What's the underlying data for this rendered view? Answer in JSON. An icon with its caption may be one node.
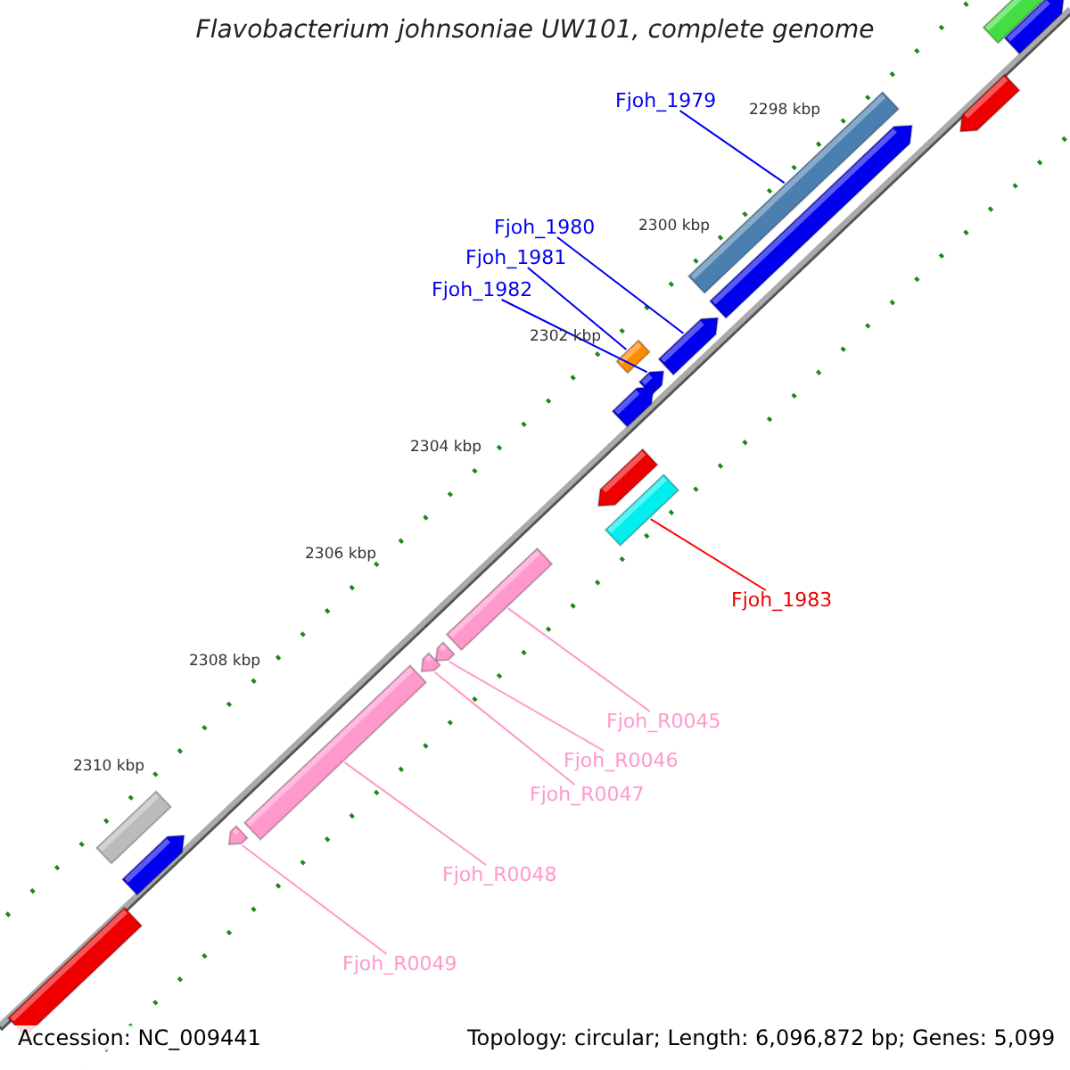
{
  "diagram": {
    "title": "Flavobacterium johnsoniae UW101, complete genome",
    "nodes": [
      {
        "text": [
          "Fjoh_1979"
        ]
      },
      {
        "text": [],
        "shape": "box"
      },
      {
        "text": [
          "Fjoh_1980"
        ]
      },
      {
        "text": [],
        "shape": "arrow"
      },
      {
        "text": [
          "Fjoh_1981"
        ]
      },
      {
        "text": [],
        "shape": "box"
      },
      {
        "text": [
          "Fjoh_1982"
        ]
      },
      {
        "text": [],
        "shape": "arrow"
      },
      {
        "text": [
          "Fjoh_1983"
        ]
      },
      {
        "text": [],
        "shape": "box"
      },
      {
        "text": [
          "Fjoh_R0045"
        ]
      },
      {
        "text": [],
        "shape": "box"
      },
      {
        "text": [
          "Fjoh_R0046"
        ]
      },
      {
        "text": [],
        "shape": "arrow"
      },
      {
        "text": [
          "Fjoh_R0047"
        ]
      },
      {
        "text": [],
        "shape": "arrow"
      },
      {
        "text": [
          "Fjoh_R0048"
        ]
      },
      {
        "text": [],
        "shape": "box"
      },
      {
        "text": [
          "Fjoh_R0049"
        ]
      },
      {
        "text": [],
        "shape": "arrow"
      },
      {
        "text": [],
        "shape": "box"
      },
      {
        "text": [],
        "shape": "arrow"
      },
      {
        "text": [],
        "shape": "arrow"
      },
      {
        "text": [],
        "shape": "arrow"
      },
      {
        "text": [],
        "shape": "arrow"
      },
      {
        "text": [],
        "shape": "arrow"
      },
      {
        "text": [],
        "shape": "box"
      },
      {
        "text": [],
        "shape": "arrow"
      },
      {
        "text": [],
        "shape": "box"
      }
    ],
    "edges": [
      {
        "from": 0,
        "to": 1,
        "arrow": "none",
        "color": "#0000ee"
      },
      {
        "from": 2,
        "to": 3,
        "arrow": "none",
        "color": "#0000ee"
      },
      {
        "from": 4,
        "to": 5,
        "arrow": "none",
        "color": "#0000ee"
      },
      {
        "from": 6,
        "to": 7,
        "arrow": "none",
        "color": "#0000ee"
      },
      {
        "from": 8,
        "to": 9,
        "arrow": "none",
        "color": "#ff0000"
      },
      {
        "from": 10,
        "to": 11,
        "arrow": "none",
        "color": "#ff99cc"
      },
      {
        "from": 12,
        "to": 13,
        "arrow": "none",
        "color": "#ff99cc"
      },
      {
        "from": 14,
        "to": 15,
        "arrow": "none",
        "color": "#ff99cc"
      },
      {
        "from": 16,
        "to": 17,
        "arrow": "none",
        "color": "#ff99cc"
      },
      {
        "from": 18,
        "to": 19,
        "arrow": "none",
        "color": "#ff99cc"
      }
    ],
    "labels": [
      "2298 kbp",
      "2300 kbp",
      "2302 kbp",
      "2304 kbp",
      "2306 kbp",
      "2308 kbp",
      "2310 kbp",
      "Accession: NC_009441",
      "Topology: circular; Length: 6,096,872 bp; Genes: 5,099"
    ]
  }
}
